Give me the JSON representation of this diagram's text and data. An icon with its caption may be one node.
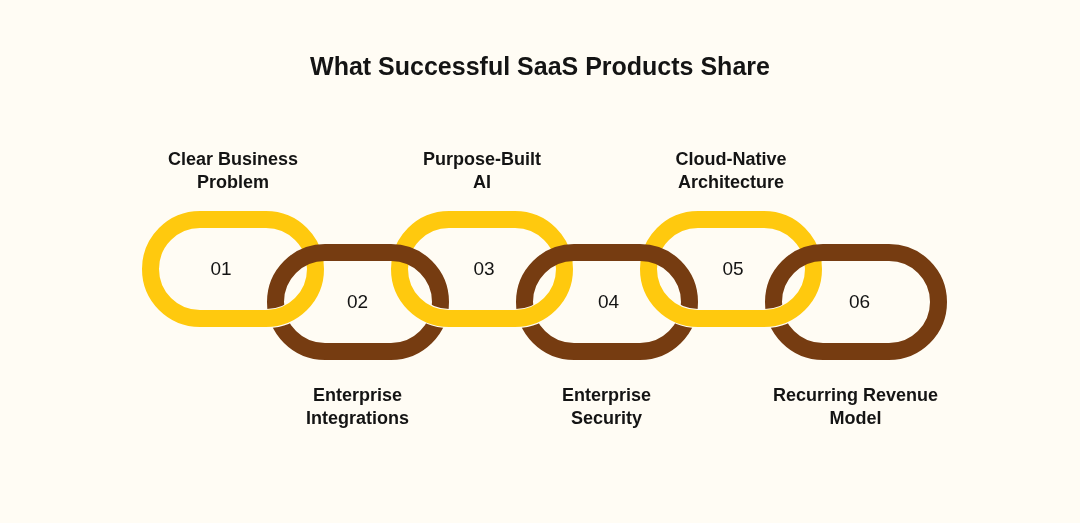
{
  "diagram": {
    "title": "What Successful SaaS Products Share",
    "nodes": [
      {
        "text": [
          "01"
        ],
        "beside": [
          "Clear Business Problem"
        ]
      },
      {
        "text": [
          "02"
        ],
        "beside": [
          "Enterprise Integrations"
        ]
      },
      {
        "text": [
          "03"
        ],
        "beside": [
          "Purpose-Built AI"
        ]
      },
      {
        "text": [
          "04"
        ],
        "beside": [
          "Enterprise Security"
        ]
      },
      {
        "text": [
          "05"
        ],
        "beside": [
          "Cloud-Native Architecture"
        ]
      },
      {
        "text": [
          "06"
        ],
        "beside": [
          "Recurring Revenue Model"
        ]
      }
    ]
  }
}
